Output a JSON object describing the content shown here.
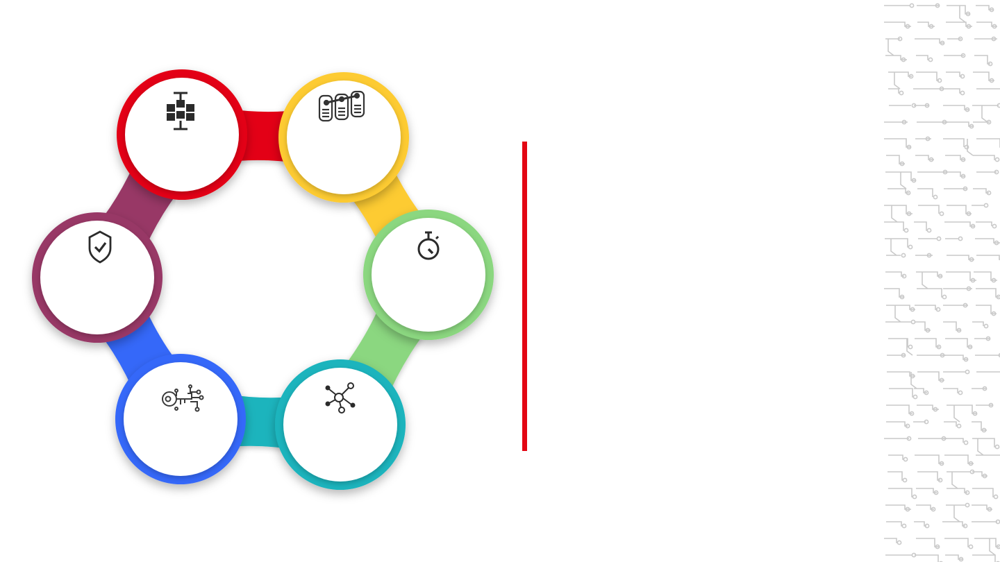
{
  "slide": {
    "background": "#ffffff",
    "divider_color": "#e30613"
  },
  "cycle": {
    "center_fill": "#ffffff",
    "nodes": [
      {
        "name": "red",
        "color": "#e30613",
        "icon": "cube-stack-icon"
      },
      {
        "name": "yellow",
        "color": "#fdcb33",
        "icon": "server-network-icon"
      },
      {
        "name": "green",
        "color": "#8bd780",
        "icon": "stopwatch-icon"
      },
      {
        "name": "teal",
        "color": "#1bb4bd",
        "icon": "network-nodes-icon"
      },
      {
        "name": "blue",
        "color": "#3568f9",
        "icon": "digital-key-icon"
      },
      {
        "name": "purple",
        "color": "#983866",
        "icon": "shield-check-icon"
      }
    ]
  },
  "decor": {
    "pattern": "circuit-board-pattern",
    "line_color": "#c9c9c9"
  }
}
